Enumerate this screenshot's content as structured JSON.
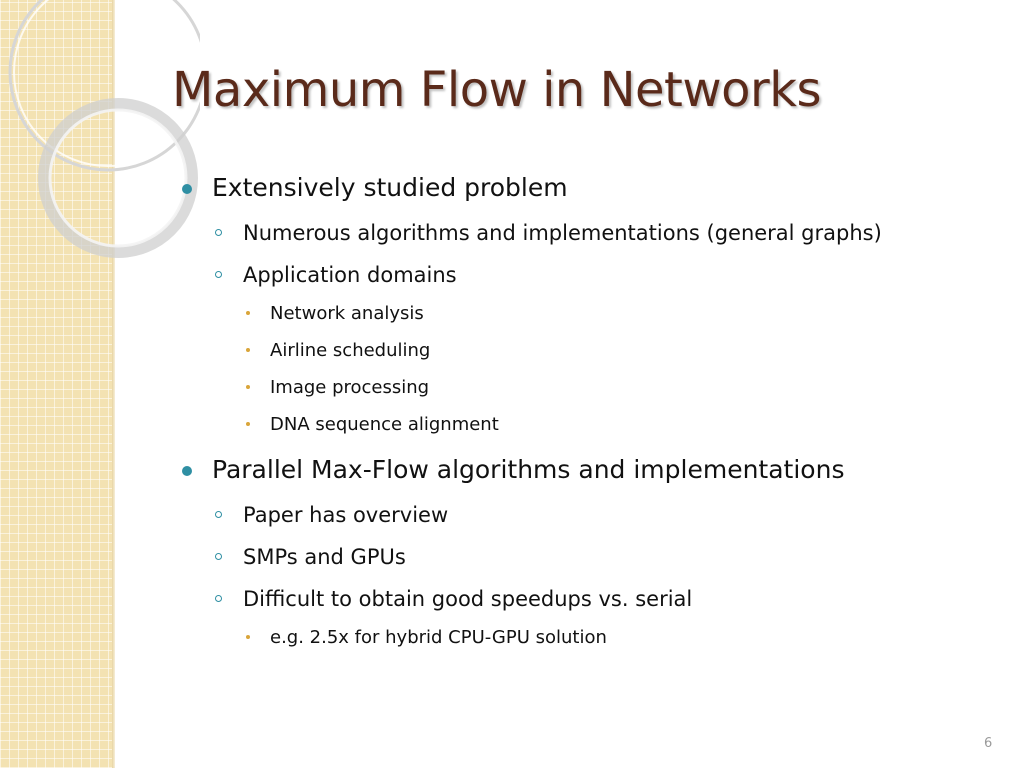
{
  "slide": {
    "title": "Maximum Flow in Networks",
    "page_number": "6",
    "accent_color": "#2f8fa3",
    "title_color": "#5a2a1a",
    "sub_bullet_color": "#d9a53a",
    "side_band_color": "#f3e2b2"
  },
  "bullets": {
    "b1": "Extensively studied problem",
    "b1_1": "Numerous algorithms and implementations (general graphs)",
    "b1_2": "Application domains",
    "b1_2_1": "Network analysis",
    "b1_2_2": "Airline scheduling",
    "b1_2_3": "Image processing",
    "b1_2_4": "DNA sequence alignment",
    "b2": "Parallel Max-Flow algorithms and implementations",
    "b2_1": "Paper has overview",
    "b2_2": "SMPs and GPUs",
    "b2_3": "Difficult to obtain good speedups vs. serial",
    "b2_3_1": "e.g. 2.5x for hybrid CPU-GPU solution"
  }
}
